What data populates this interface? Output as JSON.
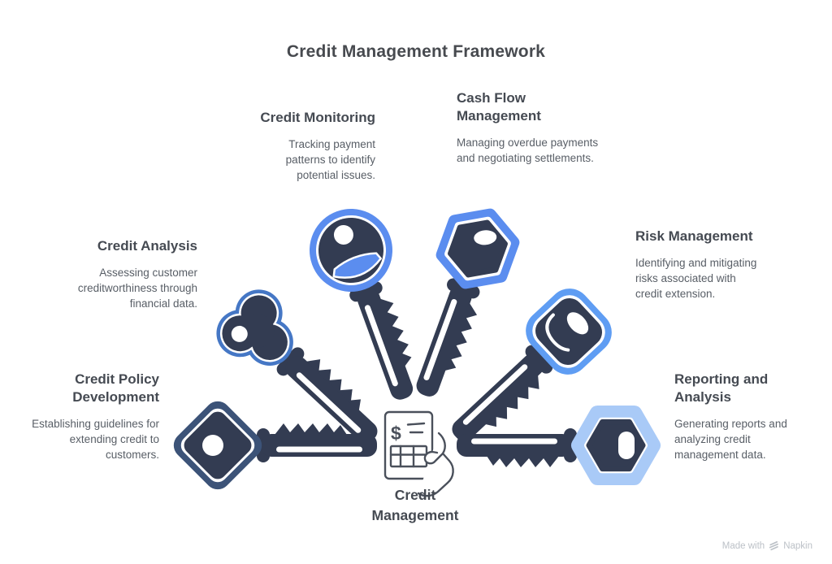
{
  "title": "Credit Management Framework",
  "center": {
    "label": "Credit\nManagement",
    "icon": "invoice-hand-icon",
    "icon_dollar": "$"
  },
  "sections": [
    {
      "id": "credit-policy-development",
      "heading": "Credit Policy\nDevelopment",
      "body": "Establishing guidelines for extending credit to customers.",
      "align": "right",
      "key_head": "diamond",
      "key_color": "#3c5378"
    },
    {
      "id": "credit-analysis",
      "heading": "Credit Analysis",
      "body": "Assessing customer creditworthiness through financial data.",
      "align": "right",
      "key_head": "clover",
      "key_color": "#4577c5"
    },
    {
      "id": "credit-monitoring",
      "heading": "Credit Monitoring",
      "body": "Tracking payment patterns to identify potential issues.",
      "align": "right",
      "key_head": "round",
      "key_color": "#5b8def"
    },
    {
      "id": "cash-flow-management",
      "heading": "Cash Flow\nManagement",
      "body": "Managing overdue payments and negotiating settlements.",
      "align": "left",
      "key_head": "hexagon",
      "key_color": "#5b8def"
    },
    {
      "id": "risk-management",
      "heading": "Risk Management",
      "body": "Identifying and mitigating risks associated with credit extension.",
      "align": "left",
      "key_head": "rounded-square",
      "key_color": "#5f9df3"
    },
    {
      "id": "reporting-and-analysis",
      "heading": "Reporting and\nAnalysis",
      "body": "Generating reports and analyzing credit management data.",
      "align": "left",
      "key_head": "hexagon",
      "key_color": "#a9caf7"
    }
  ],
  "footer": {
    "made_with": "Made with",
    "brand": "Napkin"
  },
  "colors": {
    "background": "#ffffff",
    "key_dark": "#333c52",
    "icon_stroke": "#4a505b",
    "title_text": "#474a4f",
    "heading_text": "#454a52",
    "body_text": "#585e66",
    "footer_text": "#bcc1c7"
  }
}
